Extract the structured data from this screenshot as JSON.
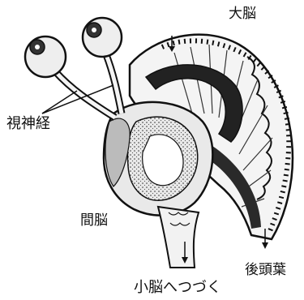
{
  "labels": {
    "cerebrum": "大脳",
    "optic_nerve": "視神経",
    "diencephalon": "間脳",
    "occipital_lobe": "後頭葉",
    "to_cerebellum": "小脳へつづく"
  },
  "colors": {
    "ink": "#111111",
    "shade": "#555555",
    "paper": "#ffffff"
  }
}
